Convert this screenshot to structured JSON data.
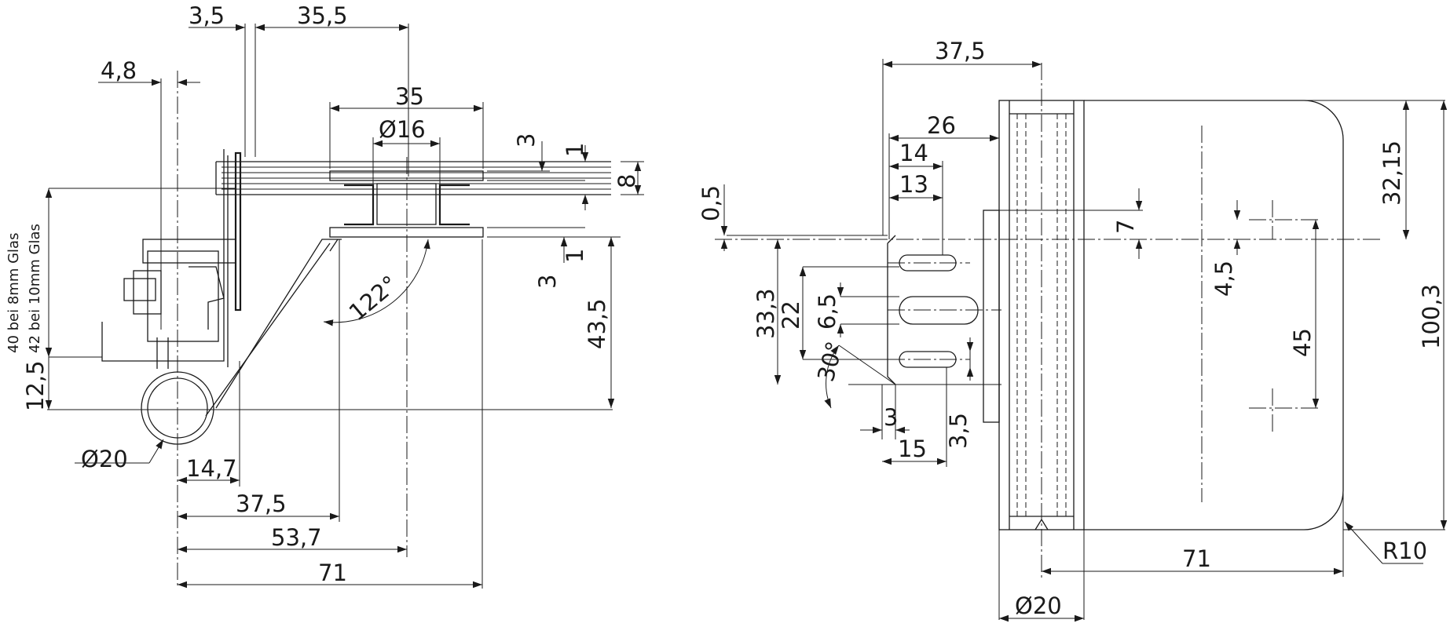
{
  "left_view": {
    "dims": {
      "d3_5_top": "3,5",
      "d35_5": "35,5",
      "d4_8": "4,8",
      "d35": "35",
      "d16": "Ø16",
      "d3_a": "3",
      "d1_a": "1",
      "d8": "8",
      "d1_b": "1",
      "d3_b": "3",
      "d43_5": "43,5",
      "angle122": "122°",
      "d12_5": "12,5",
      "d20": "Ø20",
      "d14_7": "14,7",
      "d37_5": "37,5",
      "d53_7": "53,7",
      "d71": "71"
    },
    "notes": {
      "glass8": "40 bei 8mm Glas",
      "glass10": "42 bei 10mm Glas"
    }
  },
  "right_view": {
    "dims": {
      "d37_5": "37,5",
      "d26": "26",
      "d14": "14",
      "d13": "13",
      "d0_5": "0,5",
      "d7": "7",
      "d33_3": "33,3",
      "d22": "22",
      "d6_5": "6,5",
      "angle30": "30°",
      "d3": "3",
      "d15": "15",
      "d3_5": "3,5",
      "d4_5": "4,5",
      "d45": "45",
      "d32_15": "32,15",
      "d100_3": "100,3",
      "d71": "71",
      "r10": "R10",
      "d20": "Ø20"
    }
  }
}
